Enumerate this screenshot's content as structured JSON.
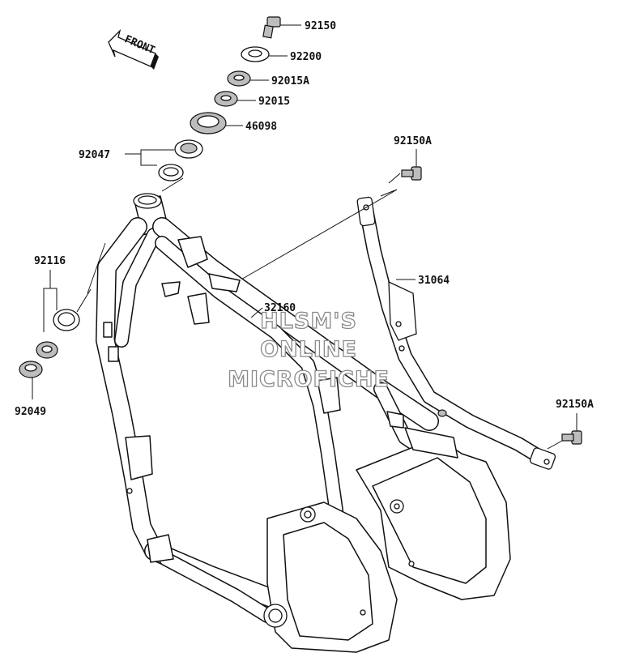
{
  "diagram": {
    "direction_label": "FRONT",
    "watermark": [
      "HLSM'S",
      "ONLINE",
      "MICROFICHE"
    ],
    "parts": {
      "p92150": "92150",
      "p92200": "92200",
      "p92015A": "92015A",
      "p92015": "92015",
      "p46098": "46098",
      "p92047": "92047",
      "p92150A_top": "92150A",
      "p92116": "92116",
      "p31064": "31064",
      "p32160": "32160",
      "p92049": "92049",
      "p92150A_right": "92150A"
    }
  }
}
